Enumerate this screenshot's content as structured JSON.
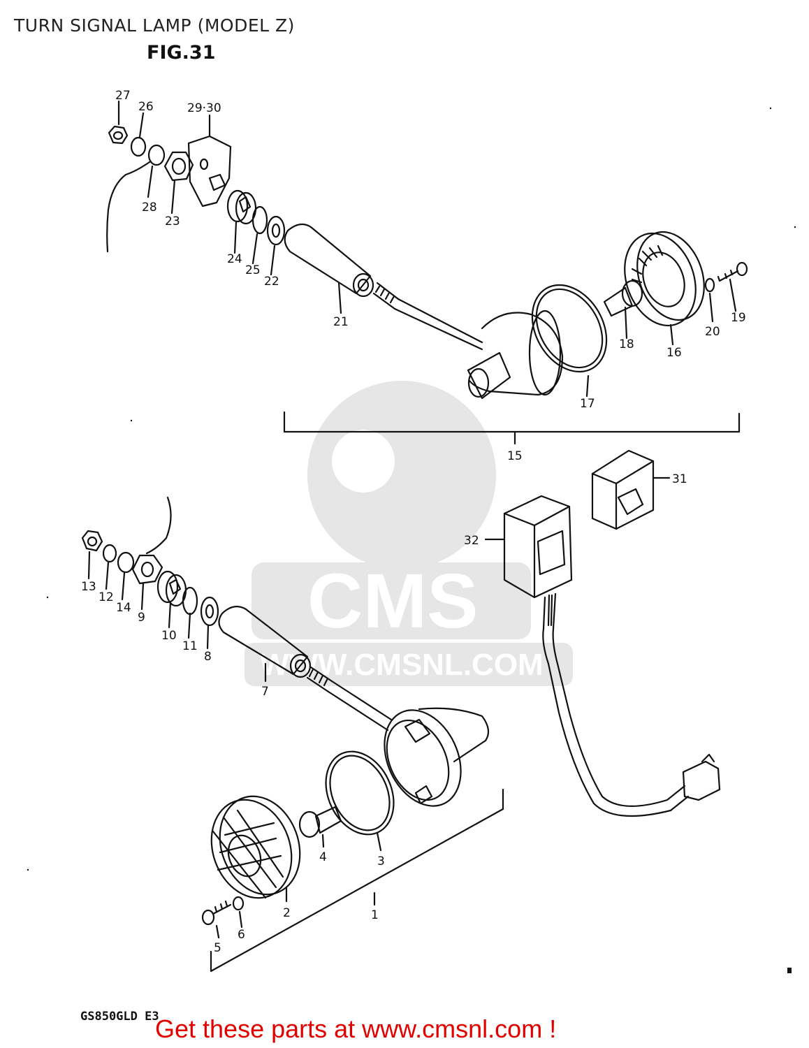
{
  "header": {
    "title": "TURN SIGNAL LAMP (MODEL Z)",
    "figure": "FIG.31"
  },
  "watermark": {
    "brand": "CMS",
    "url": "WWW.CMSNL.COM"
  },
  "callouts": [
    {
      "id": "c27",
      "label": "27"
    },
    {
      "id": "c26",
      "label": "26"
    },
    {
      "id": "c2930",
      "label": "29·30"
    },
    {
      "id": "c28",
      "label": "28"
    },
    {
      "id": "c23",
      "label": "23"
    },
    {
      "id": "c24",
      "label": "24"
    },
    {
      "id": "c25",
      "label": "25"
    },
    {
      "id": "c22",
      "label": "22"
    },
    {
      "id": "c21",
      "label": "21"
    },
    {
      "id": "c19",
      "label": "19"
    },
    {
      "id": "c20",
      "label": "20"
    },
    {
      "id": "c18",
      "label": "18"
    },
    {
      "id": "c16",
      "label": "16"
    },
    {
      "id": "c17",
      "label": "17"
    },
    {
      "id": "c15",
      "label": "15"
    },
    {
      "id": "c31",
      "label": "31"
    },
    {
      "id": "c32",
      "label": "32"
    },
    {
      "id": "c13",
      "label": "13"
    },
    {
      "id": "c12",
      "label": "12"
    },
    {
      "id": "c14",
      "label": "14"
    },
    {
      "id": "c9",
      "label": "9"
    },
    {
      "id": "c10",
      "label": "10"
    },
    {
      "id": "c11",
      "label": "11"
    },
    {
      "id": "c8",
      "label": "8"
    },
    {
      "id": "c7",
      "label": "7"
    },
    {
      "id": "c4",
      "label": "4"
    },
    {
      "id": "c3",
      "label": "3"
    },
    {
      "id": "c2",
      "label": "2"
    },
    {
      "id": "c1",
      "label": "1"
    },
    {
      "id": "c5",
      "label": "5"
    },
    {
      "id": "c6",
      "label": "6"
    }
  ],
  "footer": {
    "model_code": "GS850GLD E3",
    "call_to_action": "Get these parts at www.cmsnl.com !"
  },
  "colors": {
    "line": "#111111",
    "watermark": "#e6e6e6",
    "cta": "#e00000"
  }
}
